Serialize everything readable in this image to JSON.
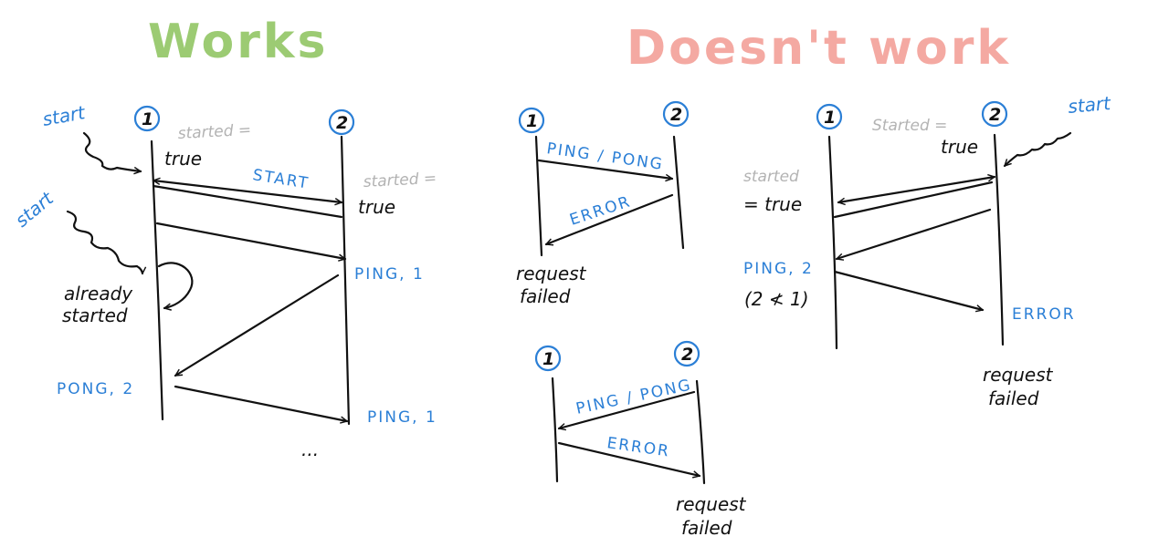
{
  "colors": {
    "works": "#9ccb73",
    "doesnt_work": "#f4a9a2",
    "blue": "#2b7fd6",
    "ink": "#111111",
    "grey": "#b3b3b3"
  },
  "titles": {
    "works": "Works",
    "doesnt_work": "Doesn't work"
  },
  "nodes": {
    "one": "1",
    "two": "2"
  },
  "works": {
    "start_1": "start",
    "start_2": "start",
    "started_left": "started =",
    "true_left": "true",
    "started_right": "started =",
    "true_right": "true",
    "msg_start": "START",
    "already": "already",
    "started_word": "started",
    "ping_1a": "PING, 1",
    "pong_2": "PONG, 2",
    "ping_1b": "PING, 1",
    "ellipsis": "..."
  },
  "d1": {
    "ping_pong": "PING / PONG",
    "error": "ERROR",
    "request": "request",
    "failed": "failed"
  },
  "d2": {
    "ping_pong": "PING / PONG",
    "error": "ERROR",
    "request": "request",
    "failed": "failed"
  },
  "d3": {
    "started_top": "Started =",
    "true_top": "true",
    "start": "start",
    "started_left": "started",
    "true_left": "= true",
    "ping_2": "PING, 2",
    "compare": "(2 ≮ 1)",
    "error": "ERROR",
    "request": "request",
    "failed": "failed"
  }
}
